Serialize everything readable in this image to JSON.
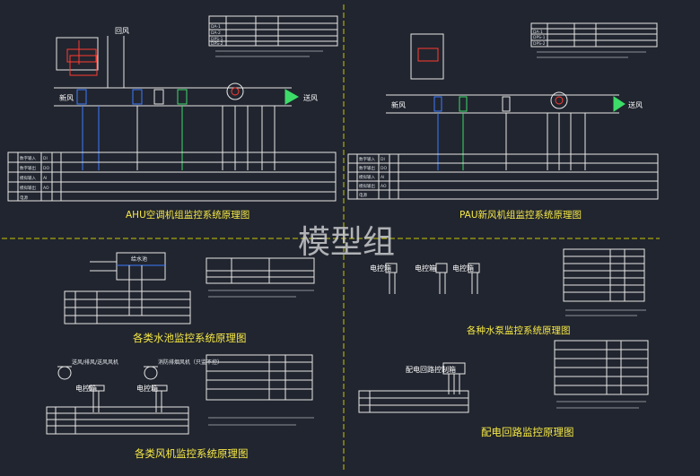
{
  "colors": {
    "background": "#21252f",
    "line": "#e6e6e6",
    "accent_blue": "#3a7bff",
    "accent_red": "#ff3b30",
    "accent_green": "#3ddc68",
    "title_yellow": "#f7ea45",
    "divider_yellow": "#c8c800"
  },
  "watermark": "模型组",
  "panels": {
    "ahu": {
      "title": "AHU空调机组监控系统原理图",
      "return_air": "回风",
      "fresh_air": "新风",
      "supply_air": "送风",
      "table_rows": [
        "数字输入",
        "数字输出",
        "模拟输入",
        "模拟输出",
        "电源"
      ],
      "table_codes": [
        "DI",
        "DO",
        "AI",
        "AO",
        "—"
      ],
      "legend_codes": [
        "DA-1",
        "DA-2",
        "DPS-1",
        "DPS-2"
      ]
    },
    "pau": {
      "title": "PAU新风机组监控系统原理图",
      "fresh_air": "新风",
      "supply_air": "送风",
      "table_rows": [
        "数字输入",
        "数字输出",
        "模拟输入",
        "模拟输出",
        "电源"
      ],
      "table_codes": [
        "DI",
        "DO",
        "AI",
        "AO",
        "—"
      ],
      "legend_codes": [
        "DA-1",
        "DPS-1",
        "DPS-2"
      ]
    },
    "water_tank": {
      "title": "各类水池监控系统原理图",
      "tank_label": "给水池"
    },
    "pumps": {
      "title": "各种水泵监控系统原理图",
      "cabinet_labels": [
        "电控箱",
        "电控箱",
        "电控箱"
      ]
    },
    "fans": {
      "title": "各类风机监控系统原理图",
      "fan_label_1": "送风/排风/送风风机",
      "fan_label_2": "消防排烟风机（只监不控）",
      "cabinet_labels": [
        "电控箱",
        "电控箱"
      ]
    },
    "power": {
      "title": "配电回路监控原理图",
      "cabinet_label": "配电回路控制箱"
    }
  }
}
